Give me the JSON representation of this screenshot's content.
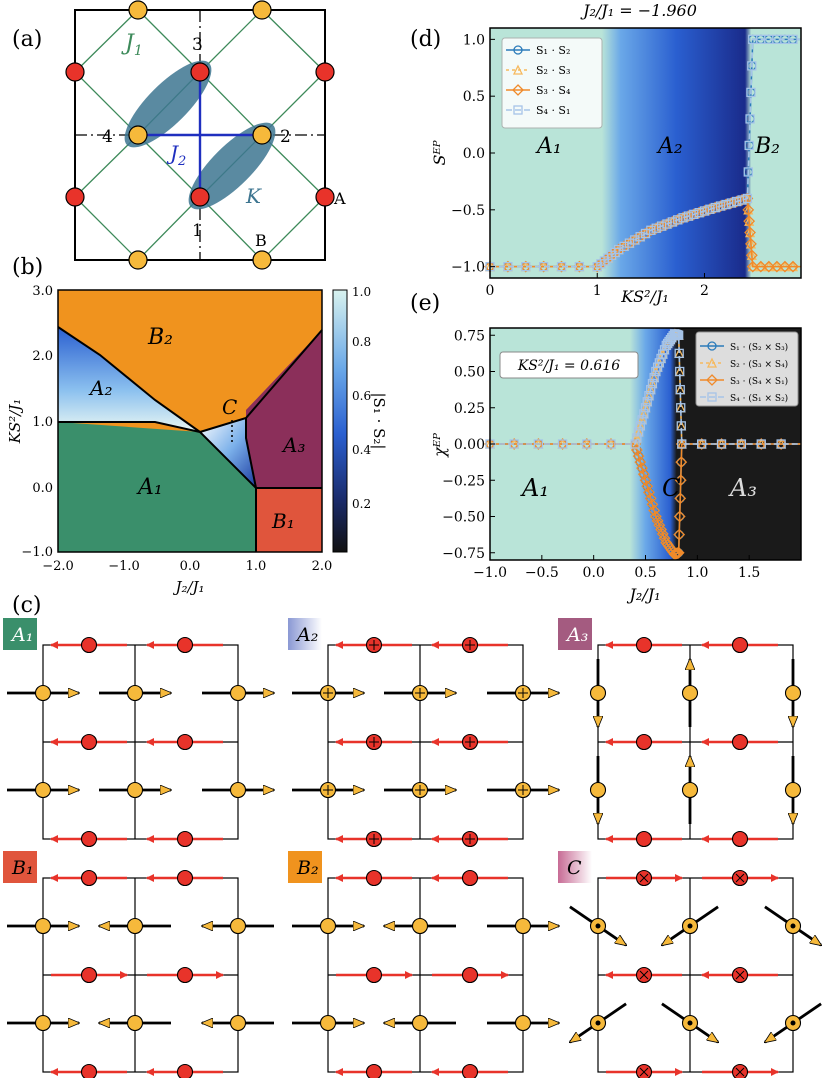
{
  "panels": {
    "a": "(a)",
    "b": "(b)",
    "c": "(c)",
    "d": "(d)",
    "e": "(e)"
  },
  "lattice_a": {
    "J1": "J",
    "J1_sub": "1",
    "J2": "J",
    "J2_sub": "2",
    "K": "K",
    "site_labels": [
      "1",
      "2",
      "3",
      "4"
    ],
    "sublattice_A": "A",
    "sublattice_B": "B",
    "colors": {
      "red_site": "#e8332a",
      "yellow_site": "#f6b93b",
      "bond_J1": "#3d8a5a",
      "bond_J2": "#1f2fbf",
      "ellipse": "#3d7590"
    }
  },
  "phase_diagram_b": {
    "xlabel": "J₂/J₁",
    "ylabel": "KS²/J₁",
    "colorbar_label": "|S₁ · S₂|",
    "colorbar_ticks": [
      "1.0",
      "0.8",
      "0.6",
      "0.4",
      "0.2"
    ],
    "phases": [
      "B₂",
      "A₂",
      "C",
      "A₃",
      "A₁",
      "B₁"
    ],
    "colors": {
      "A1": "#3a8f6b",
      "B2": "#f0931e",
      "A3": "#8b2f5a",
      "B1": "#e0553c"
    }
  },
  "chart_data": [
    {
      "type": "line",
      "title": "J₂/J₁ = −1.960",
      "xlabel": "KS²/J₁",
      "ylabel": "Sᴱᴾ",
      "xlim": [
        0,
        2.9
      ],
      "ylim": [
        -1.1,
        1.1
      ],
      "x_ticks": [
        0,
        1,
        2
      ],
      "y_ticks": [
        -1.0,
        -0.5,
        0.0,
        0.5,
        1.0
      ],
      "region_labels": [
        "A₁",
        "A₂",
        "B₂"
      ],
      "series": [
        {
          "name": "S₁ · S₂",
          "x": [
            0,
            1.0,
            1.2,
            1.5,
            1.8,
            2.1,
            2.4,
            2.45,
            2.9
          ],
          "values": [
            -1.0,
            -1.0,
            -0.85,
            -0.68,
            -0.57,
            -0.48,
            -0.4,
            1.0,
            1.0
          ]
        },
        {
          "name": "S₂ · S₃",
          "x": [
            0,
            1.0,
            1.2,
            1.5,
            1.8,
            2.1,
            2.4,
            2.45,
            2.9
          ],
          "values": [
            -1.0,
            -1.0,
            -0.85,
            -0.68,
            -0.57,
            -0.48,
            -0.4,
            -1.0,
            -1.0
          ]
        },
        {
          "name": "S₃ · S₄",
          "x": [
            0,
            1.0,
            1.2,
            1.5,
            1.8,
            2.1,
            2.4,
            2.45,
            2.9
          ],
          "values": [
            -1.0,
            -1.0,
            -0.85,
            -0.68,
            -0.57,
            -0.48,
            -0.4,
            -1.0,
            -1.0
          ]
        },
        {
          "name": "S₄ · S₁",
          "x": [
            0,
            1.0,
            1.2,
            1.5,
            1.8,
            2.1,
            2.4,
            2.45,
            2.9
          ],
          "values": [
            -1.0,
            -1.0,
            -0.85,
            -0.68,
            -0.57,
            -0.48,
            -0.4,
            1.0,
            1.0
          ]
        }
      ]
    },
    {
      "type": "line",
      "xlabel": "J₂/J₁",
      "ylabel": "χᴱᴾ",
      "xlim": [
        -1.0,
        2.0
      ],
      "ylim": [
        -0.8,
        0.8
      ],
      "x_ticks": [
        -1.0,
        -0.5,
        0.0,
        0.5,
        1.0,
        1.5
      ],
      "y_ticks": [
        -0.75,
        -0.5,
        -0.25,
        0.0,
        0.25,
        0.5,
        0.75
      ],
      "annotation": "KS²/J₁ = 0.616",
      "region_labels": [
        "A₁",
        "C",
        "A₃"
      ],
      "series": [
        {
          "name": "S₁ · (S₂ × S₃)",
          "x": [
            -1.0,
            0.4,
            0.5,
            0.6,
            0.7,
            0.78,
            0.82,
            0.85,
            2.0
          ],
          "values": [
            0,
            0,
            -0.25,
            -0.5,
            -0.68,
            -0.76,
            -0.75,
            0,
            0
          ]
        },
        {
          "name": "S₂ · (S₃ × S₄)",
          "x": [
            -1.0,
            0.4,
            0.5,
            0.6,
            0.7,
            0.78,
            0.82,
            0.85,
            2.0
          ],
          "values": [
            0,
            0,
            0.25,
            0.5,
            0.68,
            0.76,
            0.75,
            0,
            0
          ]
        },
        {
          "name": "S₃ · (S₄ × S₁)",
          "x": [
            -1.0,
            0.4,
            0.5,
            0.6,
            0.7,
            0.78,
            0.82,
            0.85,
            2.0
          ],
          "values": [
            0,
            0,
            -0.25,
            -0.5,
            -0.68,
            -0.76,
            -0.75,
            0,
            0
          ]
        },
        {
          "name": "S₄ · (S₁ × S₂)",
          "x": [
            -1.0,
            0.4,
            0.5,
            0.6,
            0.7,
            0.78,
            0.82,
            0.85,
            2.0
          ],
          "values": [
            0,
            0,
            0.25,
            0.5,
            0.68,
            0.76,
            0.75,
            0,
            0
          ]
        }
      ]
    }
  ],
  "phase_configs": [
    {
      "label": "A₁",
      "bg": "#3a8f6b",
      "fg": "#ffffff"
    },
    {
      "label": "A₂",
      "bg": "#c9cfe8",
      "fg": "#000000"
    },
    {
      "label": "A₃",
      "bg": "#a45b80",
      "fg": "#ffffff"
    },
    {
      "label": "B₁",
      "bg": "#e0553c",
      "fg": "#000000"
    },
    {
      "label": "B₂",
      "bg": "#f0931e",
      "fg": "#000000"
    },
    {
      "label": "C",
      "bg": "#e8b8cc",
      "fg": "#000000"
    }
  ]
}
